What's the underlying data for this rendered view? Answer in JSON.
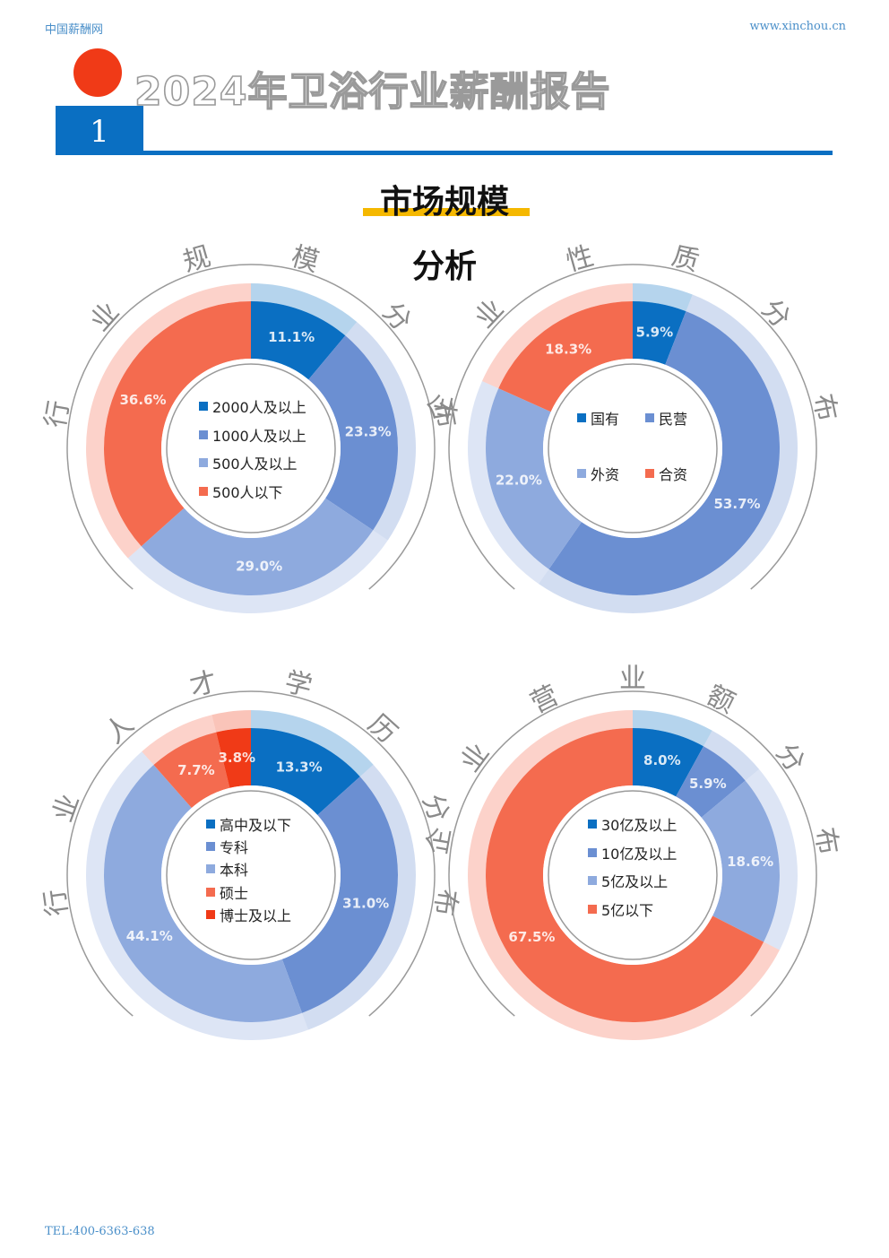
{
  "header": {
    "site_name": "中国薪酬网",
    "site_url": "www.xinchou.cn",
    "report_title": "2024年卫浴行业薪酬报告",
    "chapter_number": "1"
  },
  "section": {
    "title": "市场规模",
    "title_line2": "分析"
  },
  "footer": {
    "tel": "TEL:400-6363-638"
  },
  "colors": {
    "brand_blue": "#0a6fc2",
    "accent_red": "#f03a17",
    "accent_yellow": "#f5b800"
  },
  "chart_data": [
    {
      "type": "pie",
      "title": "行业规模分布",
      "categories": [
        "2000人及以上",
        "1000人及以上",
        "500人及以上",
        "500人以下"
      ],
      "values": [
        11.1,
        23.3,
        29.0,
        36.6
      ],
      "labels": [
        "11.1%",
        "23.3%",
        "29.0%",
        "36.6%"
      ],
      "colors": [
        "#0a6fc2",
        "#6b8fd2",
        "#8eaade",
        "#f46b4f"
      ],
      "legend": "center"
    },
    {
      "type": "pie",
      "title": "企业性质分布",
      "categories": [
        "国有",
        "民营",
        "外资",
        "合资"
      ],
      "values": [
        5.9,
        53.7,
        22.0,
        18.3
      ],
      "labels": [
        "5.9%",
        "53.7%",
        "22.0%",
        "18.3%"
      ],
      "colors": [
        "#0a6fc2",
        "#6b8fd2",
        "#8eaade",
        "#f46b4f"
      ],
      "legend": "center"
    },
    {
      "type": "pie",
      "title": "行业人才学历分布",
      "categories": [
        "高中及以下",
        "专科",
        "本科",
        "硕士",
        "博士及以上"
      ],
      "values": [
        13.3,
        31.0,
        44.1,
        7.7,
        3.8
      ],
      "labels": [
        "13.3%",
        "31.0%",
        "44.1%",
        "7.7%",
        "3.8%"
      ],
      "colors": [
        "#0a6fc2",
        "#6b8fd2",
        "#8eaade",
        "#f46b4f",
        "#f03a17"
      ],
      "legend": "center"
    },
    {
      "type": "pie",
      "title": "企业营业额分布",
      "categories": [
        "30亿及以上",
        "10亿及以上",
        "5亿及以上",
        "5亿以下"
      ],
      "values": [
        8.0,
        5.9,
        18.6,
        67.5
      ],
      "labels": [
        "8.0%",
        "5.9%",
        "18.6%",
        "67.5%"
      ],
      "colors": [
        "#0a6fc2",
        "#6b8fd2",
        "#8eaade",
        "#f46b4f"
      ],
      "legend": "center"
    }
  ]
}
